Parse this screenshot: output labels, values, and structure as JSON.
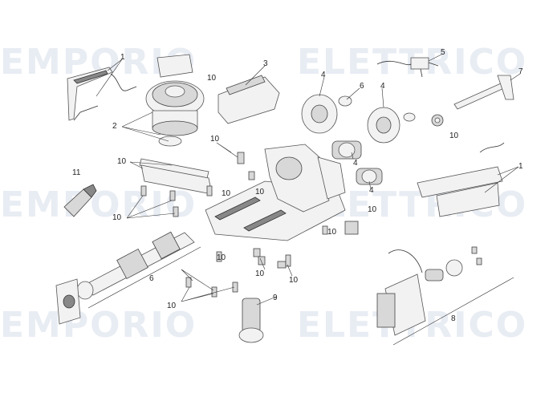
{
  "diagram": {
    "watermark": {
      "brand_left": "EMPORIO",
      "brand_right": "ELETTRICO"
    },
    "callouts": {
      "c1a": "1",
      "c1b": "1",
      "c2": "2",
      "c3": "3",
      "c4a": "4",
      "c4b": "4",
      "c4c": "4",
      "c4d": "4",
      "c5": "5",
      "c6a": "6",
      "c6b": "6",
      "c7": "7",
      "c8": "8",
      "c9": "9",
      "c10a": "10",
      "c10b": "10",
      "c10c": "10",
      "c10d": "10",
      "c10e": "10",
      "c10f": "10",
      "c10g": "10",
      "c10h": "10",
      "c10i": "10",
      "c10j": "10",
      "c10k": "10",
      "c10l": "10",
      "c10m": "10",
      "c11": "11"
    }
  }
}
